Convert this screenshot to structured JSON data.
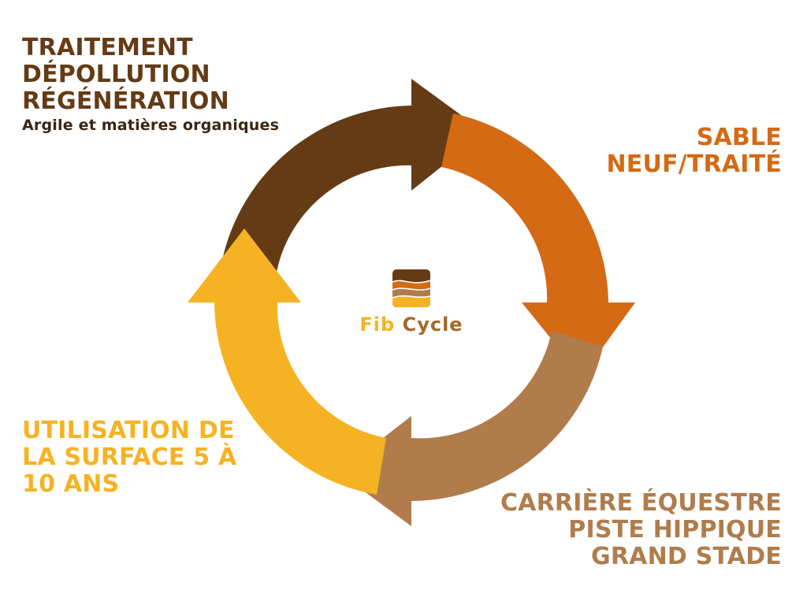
{
  "colors": {
    "dark_brown": "#643b14",
    "orange": "#d46a14",
    "tan": "#b07c4c",
    "yellow": "#f5b324"
  },
  "stages": {
    "top_left": {
      "lines": [
        "TRAITEMENT",
        "DÉPOLLUTION",
        "RÉGÉNÉRATION"
      ],
      "subtitle": "Argile et matières organiques"
    },
    "top_right": {
      "lines": [
        "SABLE",
        "NEUF/TRAITÉ"
      ]
    },
    "bottom_right": {
      "lines": [
        "CARRIÈRE ÉQUESTRE",
        "PISTE HIPPIQUE",
        "GRAND STADE"
      ]
    },
    "bottom_left": {
      "lines": [
        "UTILISATION DE",
        "LA SURFACE 5 À",
        "10 ANS"
      ]
    }
  },
  "logo": {
    "word1": "Fib",
    "word2": "Cycle"
  }
}
